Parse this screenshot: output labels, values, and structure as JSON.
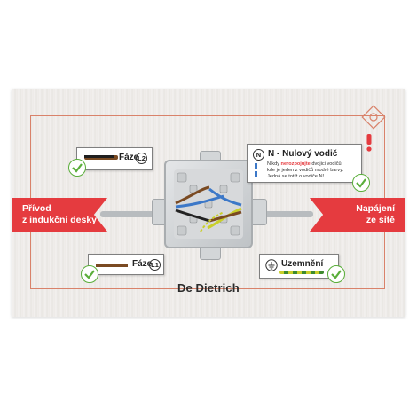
{
  "banners": {
    "left_line1": "Přívod",
    "left_line2": "z indukční desky",
    "right_line1": "Napájení",
    "right_line2": "ze sítě"
  },
  "cards": {
    "faze_l2": {
      "label": "Fáze",
      "badge": "L2"
    },
    "neutral": {
      "badge": "N",
      "title": "N - Nulový vodič",
      "note_line1_pre": "Nikdy ",
      "note_line1_emph": "nerozpojujte",
      "note_line1_post": " dvojici vodičů,",
      "note_line2": "kde je jeden z vodičů modré barvy.",
      "note_line3": "Jedná se totiž o vodiče N!"
    },
    "faze_l1": {
      "label": "Fáze",
      "badge": "L1"
    },
    "ground": {
      "label": "Uzemnění"
    }
  },
  "brand": {
    "name": "De Dietrich"
  },
  "colors": {
    "accent_red": "#e53b3f",
    "check_green": "#5aae3a",
    "frame_orange": "#d9826a",
    "wire_blue": "#3c78c8",
    "wire_brown": "#7a4a22",
    "wire_black": "#222222",
    "wire_green_yellow": "#c9cf2a"
  },
  "icons": {
    "status": "check-icon",
    "warning": "exclamation-icon",
    "ground": "ground-symbol-icon",
    "stamp": "hob-logo-icon"
  }
}
